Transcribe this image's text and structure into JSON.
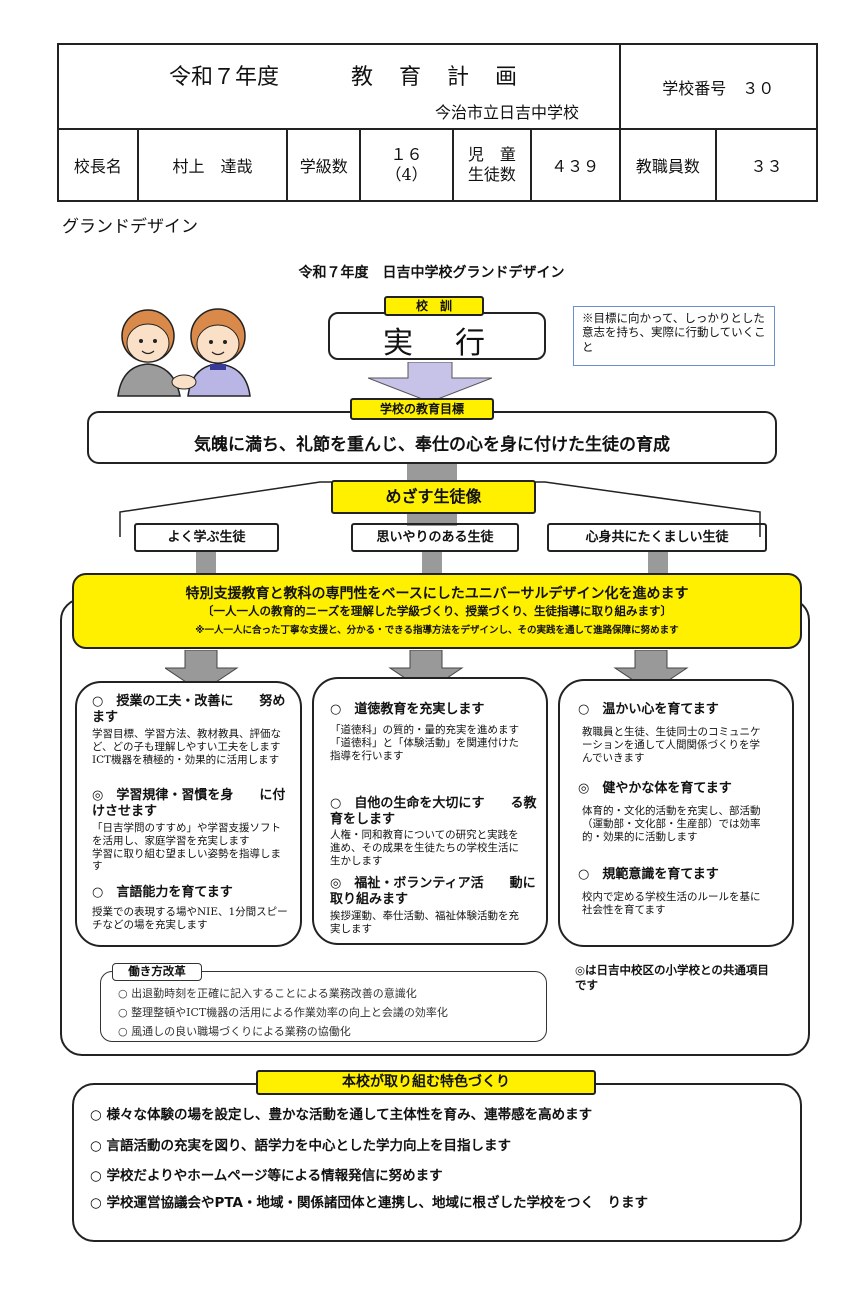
{
  "header": {
    "title": "令和７年度",
    "plan": "教　育　計　画",
    "school": "今治市立日吉中学校",
    "school_no_label": "学校番号　３０",
    "principal_label": "校長名",
    "principal_name": "村上　達哉",
    "classes_label": "学級数",
    "classes_value": "１６",
    "classes_sub": "（4）",
    "students_label1": "児　童",
    "students_label2": "生徒数",
    "students_value": "４３９",
    "staff_label": "教職員数",
    "staff_value": "３３"
  },
  "section_title": "グランドデザイン",
  "gd": {
    "title": "令和７年度　日吉中学校グランドデザイン",
    "motto_label": "校　訓",
    "motto": "実　行",
    "motto_note": "※目標に向かって、しっかりとした意志を持ち、実際に行動していくこと",
    "goal_label": "学校の教育目標",
    "goal": "気魄に満ち、礼節を重んじ、奉仕の心を身に付けた生徒の育成",
    "ideal_label": "めざす生徒像",
    "ideals": [
      "よく学ぶ生徒",
      "思いやりのある生徒",
      "心身共にたくましい生徒"
    ],
    "policy_line1": "特別支援教育と教科の専門性をベースにしたユニバーサルデザイン化を進めます",
    "policy_line2": "〔一人一人の教育的ニーズを理解した学級づくり、授業づくり、生徒指導に取り組みます〕",
    "policy_line3": "※一人一人に合った丁寧な支援と、分かる・できる指導方法をデザインし、その実践を通して進路保障に努めます",
    "col1": {
      "h1": "○　授業の工夫・改善に　　努めます",
      "t1": "学習目標、学習方法、教材教具、評価など、どの子も理解しやすい工夫をします\nICT機器を積極的・効果的に活用します",
      "h2": "◎　学習規律・習慣を身　　に付けさせます",
      "t2": "「日吉学問のすすめ」や学習支援ソフトを活用し、家庭学習を充実します\n学習に取り組む望ましい姿勢を指導します",
      "h3": "○　言語能力を育てます",
      "t3": "授業での表現する場やNIE、1分間スピーチなどの場を充実します"
    },
    "col2": {
      "h1": "○　道徳教育を充実します",
      "t1": "「道徳科」の質的・量的充実を進めます\n「道徳科」と「体験活動」を関連付けた指導を行います",
      "h2": "○　自他の生命を大切にす　　る教育をします",
      "t2": "人権・同和教育についての研究と実践を進め、その成果を生徒たちの学校生活に生かします",
      "h3": "◎　福祉・ボランティア活　　動に取り組みます",
      "t3": "挨拶運動、奉仕活動、福祉体験活動を充実します"
    },
    "col3": {
      "h1": "○　温かい心を育てます",
      "t1": "教職員と生徒、生徒同士のコミュニケーションを通して人間関係づくりを学んでいきます",
      "h2": "◎　健やかな体を育てます",
      "t2": "体育的・文化的活動を充実し、部活動（運動部・文化部・生産部）では効率的・効果的に活動します",
      "h3": "○　規範意識を育てます",
      "t3": "校内で定める学校生活のルールを基に社会性を育てます"
    },
    "work_label": "働き方改革",
    "work_items": [
      "○ 出退勤時刻を正確に記入することによる業務改善の意識化",
      "○ 整理整頓やICT機器の活用による作業効率の向上と会議の効率化",
      "○ 風通しの良い職場づくりによる業務の協働化"
    ],
    "common_note": "◎は日吉中校区の小学校との共通項目です",
    "feature_label": "本校が取り組む特色づくり",
    "features": [
      "○ 様々な体験の場を設定し、豊かな活動を通して主体性を育み、連帯感を高めます",
      "○ 言語活動の充実を図り、語学力を中心とした学力向上を目指します",
      "○ 学校だよりやホームページ等による情報発信に努めます",
      "○ 学校運営協議会やPTA・地域・関係諸団体と連携し、地域に根ざした学校をつく　ります"
    ]
  },
  "colors": {
    "yellow": "#fff000",
    "gray_arrow": "#9a9a9a",
    "lavender": "#c7c3e8"
  }
}
